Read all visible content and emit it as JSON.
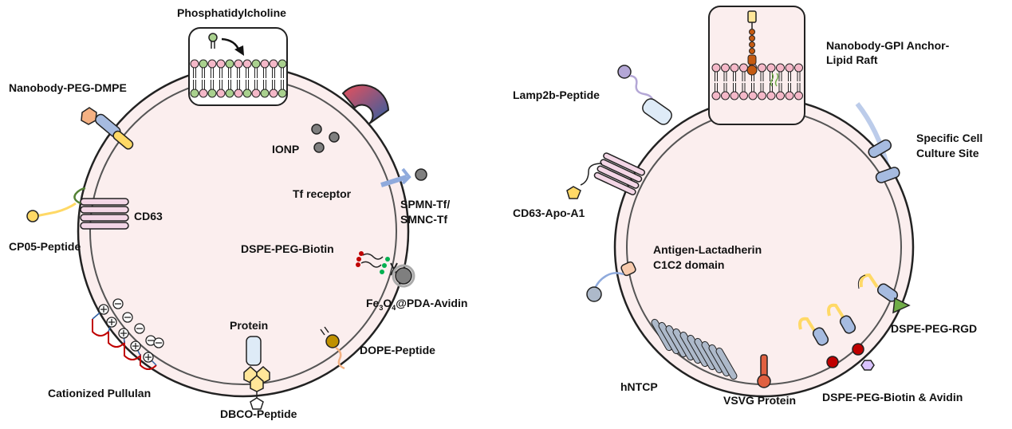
{
  "left_panel": {
    "labels": {
      "phosphatidylcholine": "Phosphatidylcholine",
      "nanobody_peg_dmpe": "Nanobody-PEG-DMPE",
      "ionp": "IONP",
      "tf_receptor": "Tf receptor",
      "spmn_tf_line1": "SPMN-Tf/",
      "spmn_tf_line2": "SMNC-Tf",
      "cd63": "CD63",
      "cp05_peptide": "CP05-Peptide",
      "dspe_peg_biotin": "DSPE-PEG-Biotin",
      "fe3o4_main": "Fe",
      "fe3o4_sub1": "3",
      "fe3o4_mid": "O",
      "fe3o4_sub2": "4",
      "fe3o4_rest": "@PDA-Avidin",
      "protein": "Protein",
      "dope_peptide": "DOPE-Peptide",
      "cationized_pullulan": "Cationized Pullulan",
      "dbco_peptide": "DBCO-Peptide"
    }
  },
  "right_panel": {
    "labels": {
      "nanobody_gpi_line1": "Nanobody-GPI Anchor-",
      "nanobody_gpi_line2": "Lipid Raft",
      "lamp2b_peptide": "Lamp2b-Peptide",
      "specific_cell_line1": "Specific Cell",
      "specific_cell_line2": "Culture Site",
      "cd63_apo_a1": "CD63-Apo-A1",
      "antigen_line1": "Antigen-Lactadherin",
      "antigen_line2": "C1C2 domain",
      "dspe_peg_rgd": "DSPE-PEG-RGD",
      "hntcp": "hNTCP",
      "vsvg_protein": "VSVG Protein",
      "dspe_peg_biotin_avidin": "DSPE-PEG-Biotin & Avidin"
    }
  },
  "colors": {
    "vesicle_fill": "#fbeeee",
    "membrane": "#222222",
    "lipid_green": "#a9d18e",
    "lipid_pink": "#f4b8c8",
    "cd63_fill": "#f3d6e6",
    "nanobody_fill": "#a6bbe0",
    "peg_yellow": "#ffd966",
    "hexagon_orange": "#f4b183",
    "magnet_red": "#e8505b",
    "magnet_blue": "#2e5fa3",
    "ionp_gray": "#7f7f7f",
    "biotin_red": "#c00000",
    "avidin_green": "#00b050",
    "dope_gold": "#bf9000",
    "lamp_purple": "#b4a7d6",
    "rgd_green": "#70ad47",
    "vsvg_red": "#e06040",
    "gpi_brown": "#c55a11",
    "culture_blue": "#8faadc"
  }
}
